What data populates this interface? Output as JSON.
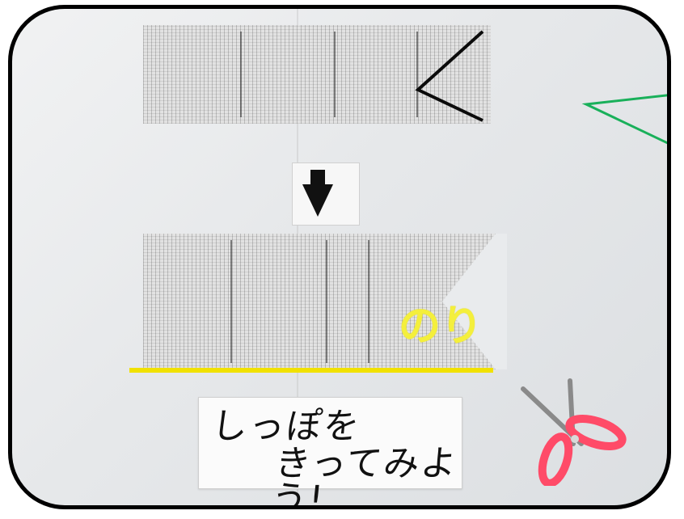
{
  "scene": {
    "glue_label": "のり",
    "note_line_1": "しっぽを",
    "note_line_2": "きってみよう!",
    "accent_yellow": "#f1e100",
    "callout_green": "#19b05a",
    "frame_border": "#000000"
  },
  "icons": {
    "arrow": "down-arrow-icon",
    "scissors": "scissors-icon"
  }
}
